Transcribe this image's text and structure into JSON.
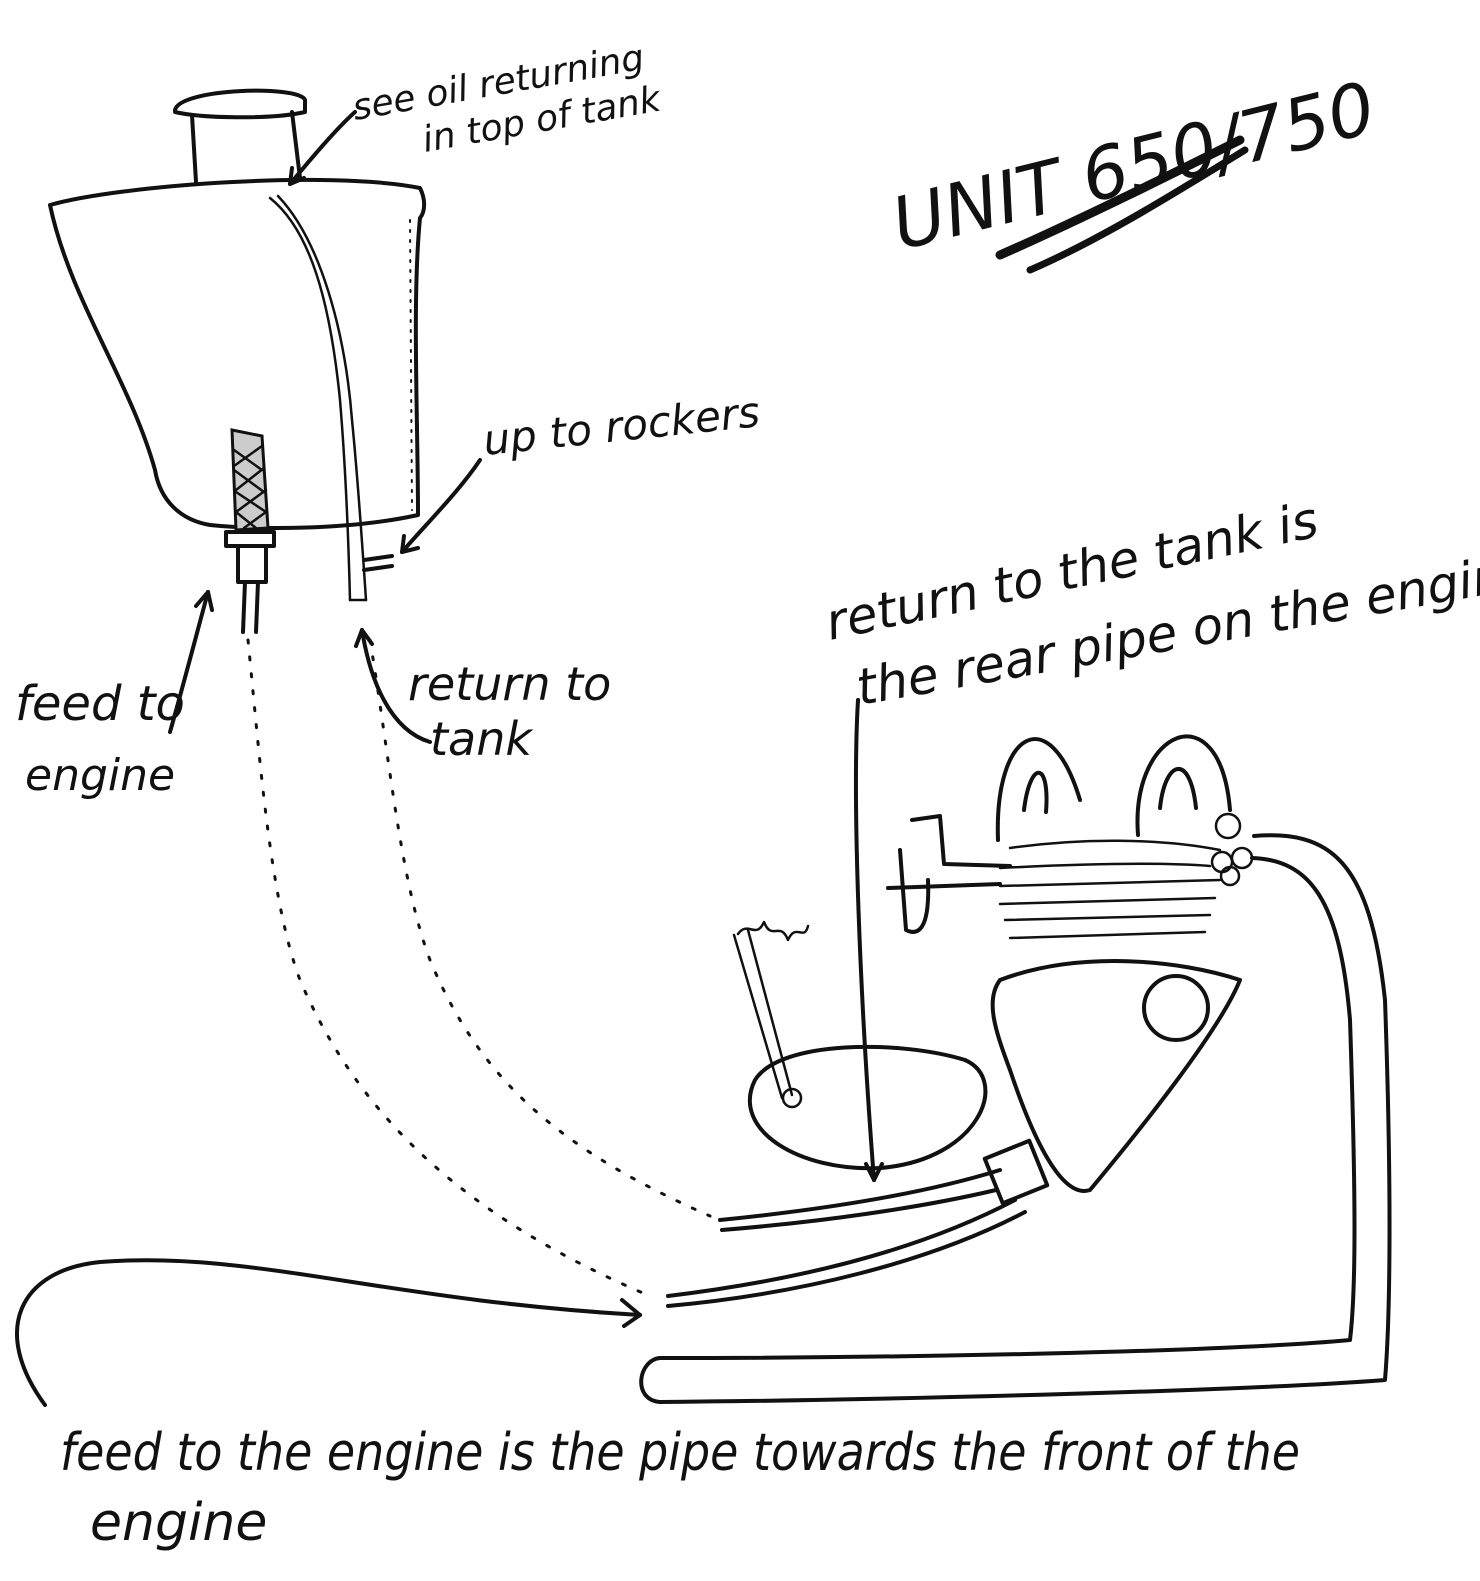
{
  "title": "UNIT 650/750",
  "labels": {
    "oil_return_top": [
      "see oil returning",
      "in top of tank"
    ],
    "rockers": "up to rockers",
    "feed_to_engine": [
      "feed to",
      "engine"
    ],
    "return_to_tank": [
      "return to",
      "tank"
    ],
    "return_note": [
      "return to the tank is",
      "the rear pipe on the engine"
    ],
    "feed_note": [
      "feed to the engine is the pipe towards the front of the",
      "engine"
    ]
  }
}
